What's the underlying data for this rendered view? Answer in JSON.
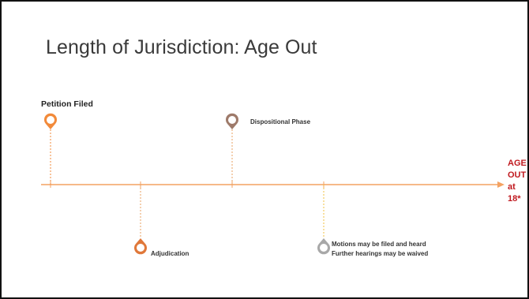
{
  "slide": {
    "title": "Length of Jurisdiction: Age Out"
  },
  "timeline": {
    "events": {
      "petition": {
        "label": "Petition Filed",
        "marker_color": "#f28a3a"
      },
      "dispositional": {
        "label": "Dispositional Phase",
        "marker_color": "#9e7a6a"
      },
      "adjudication": {
        "label": "Adjudication",
        "marker_color": "#e0783a"
      },
      "motions": {
        "line1": "Motions may be filed and heard",
        "line2": "Further hearings may be waived",
        "marker_color": "#a8a8a8"
      }
    },
    "age_out": {
      "line1": "AGE",
      "line2": "OUT",
      "line3": "at",
      "line4": "18*",
      "color": "#c0191f"
    },
    "axis_color": "#f4a262",
    "connector_colors": {
      "petition": "#f28a3a",
      "adjudication": "#e8a060",
      "dispositional": "#e8a060",
      "motions": "#f2c040"
    }
  }
}
